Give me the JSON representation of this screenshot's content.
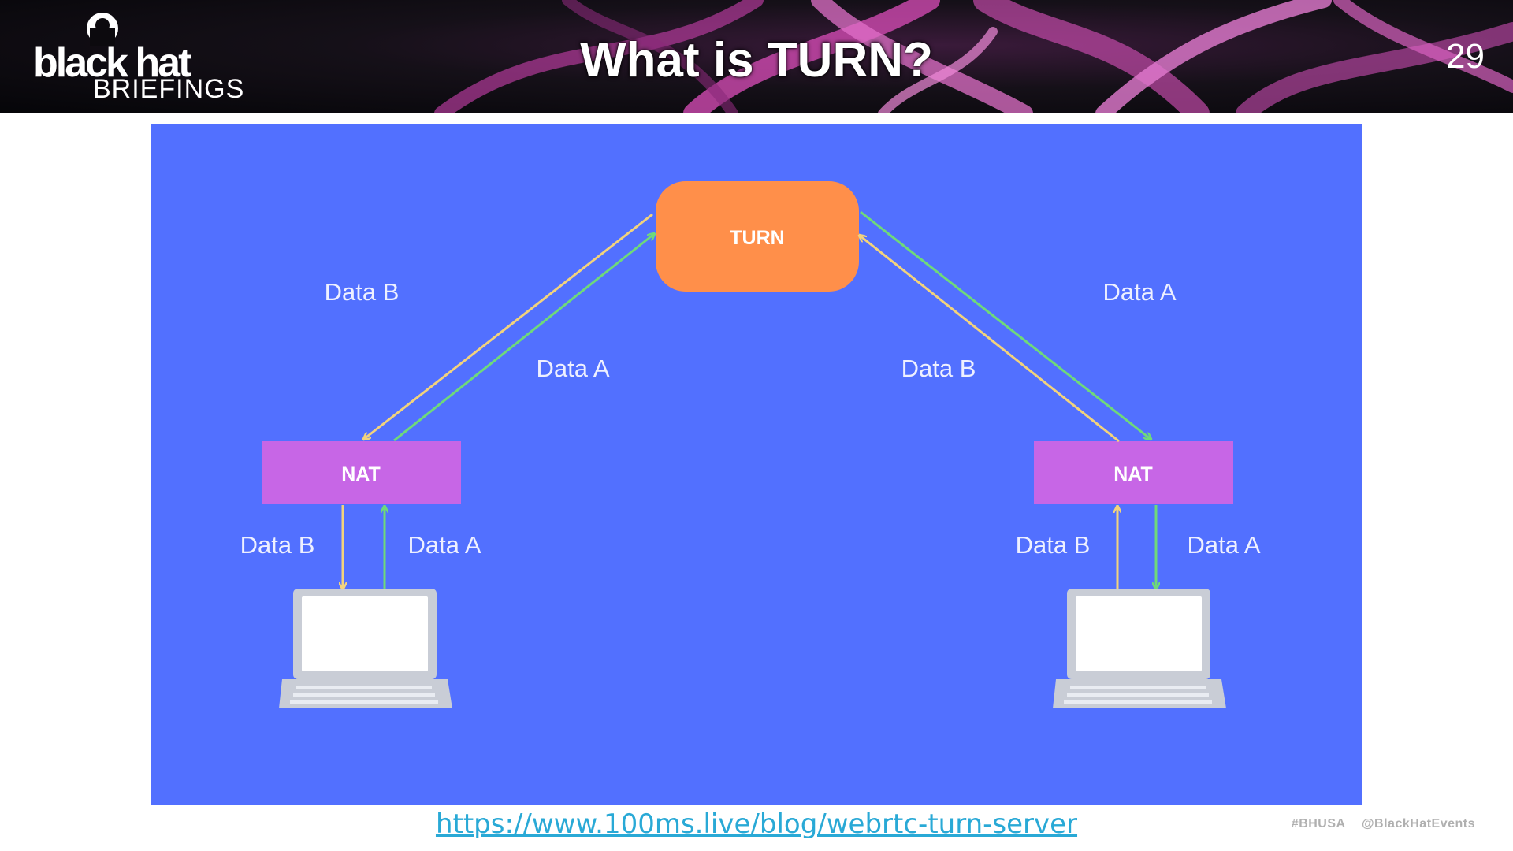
{
  "header": {
    "logo_text": "black hat",
    "logo_sub": "BRIEFINGS",
    "title": "What is TURN?",
    "page_number": "29"
  },
  "diagram": {
    "server_label": "TURN",
    "left_nat_label": "NAT",
    "right_nat_label": "NAT",
    "edges": {
      "left_upper_out": "Data B",
      "left_upper_in": "Data A",
      "right_upper_in": "Data B",
      "right_upper_out": "Data A",
      "left_lower_down": "Data B",
      "left_lower_up": "Data A",
      "right_lower_up": "Data B",
      "right_lower_down": "Data A"
    },
    "colors": {
      "background": "#5270ff",
      "turn_box": "#ff8f4a",
      "nat_box": "#c766e6",
      "arrow_data_a": "#6fd97a",
      "arrow_data_b": "#f2d37c"
    }
  },
  "source_url": "https://www.100ms.live/blog/webrtc-turn-server",
  "footer": {
    "hashtag": "#BHUSA",
    "handle": "@BlackHatEvents"
  }
}
